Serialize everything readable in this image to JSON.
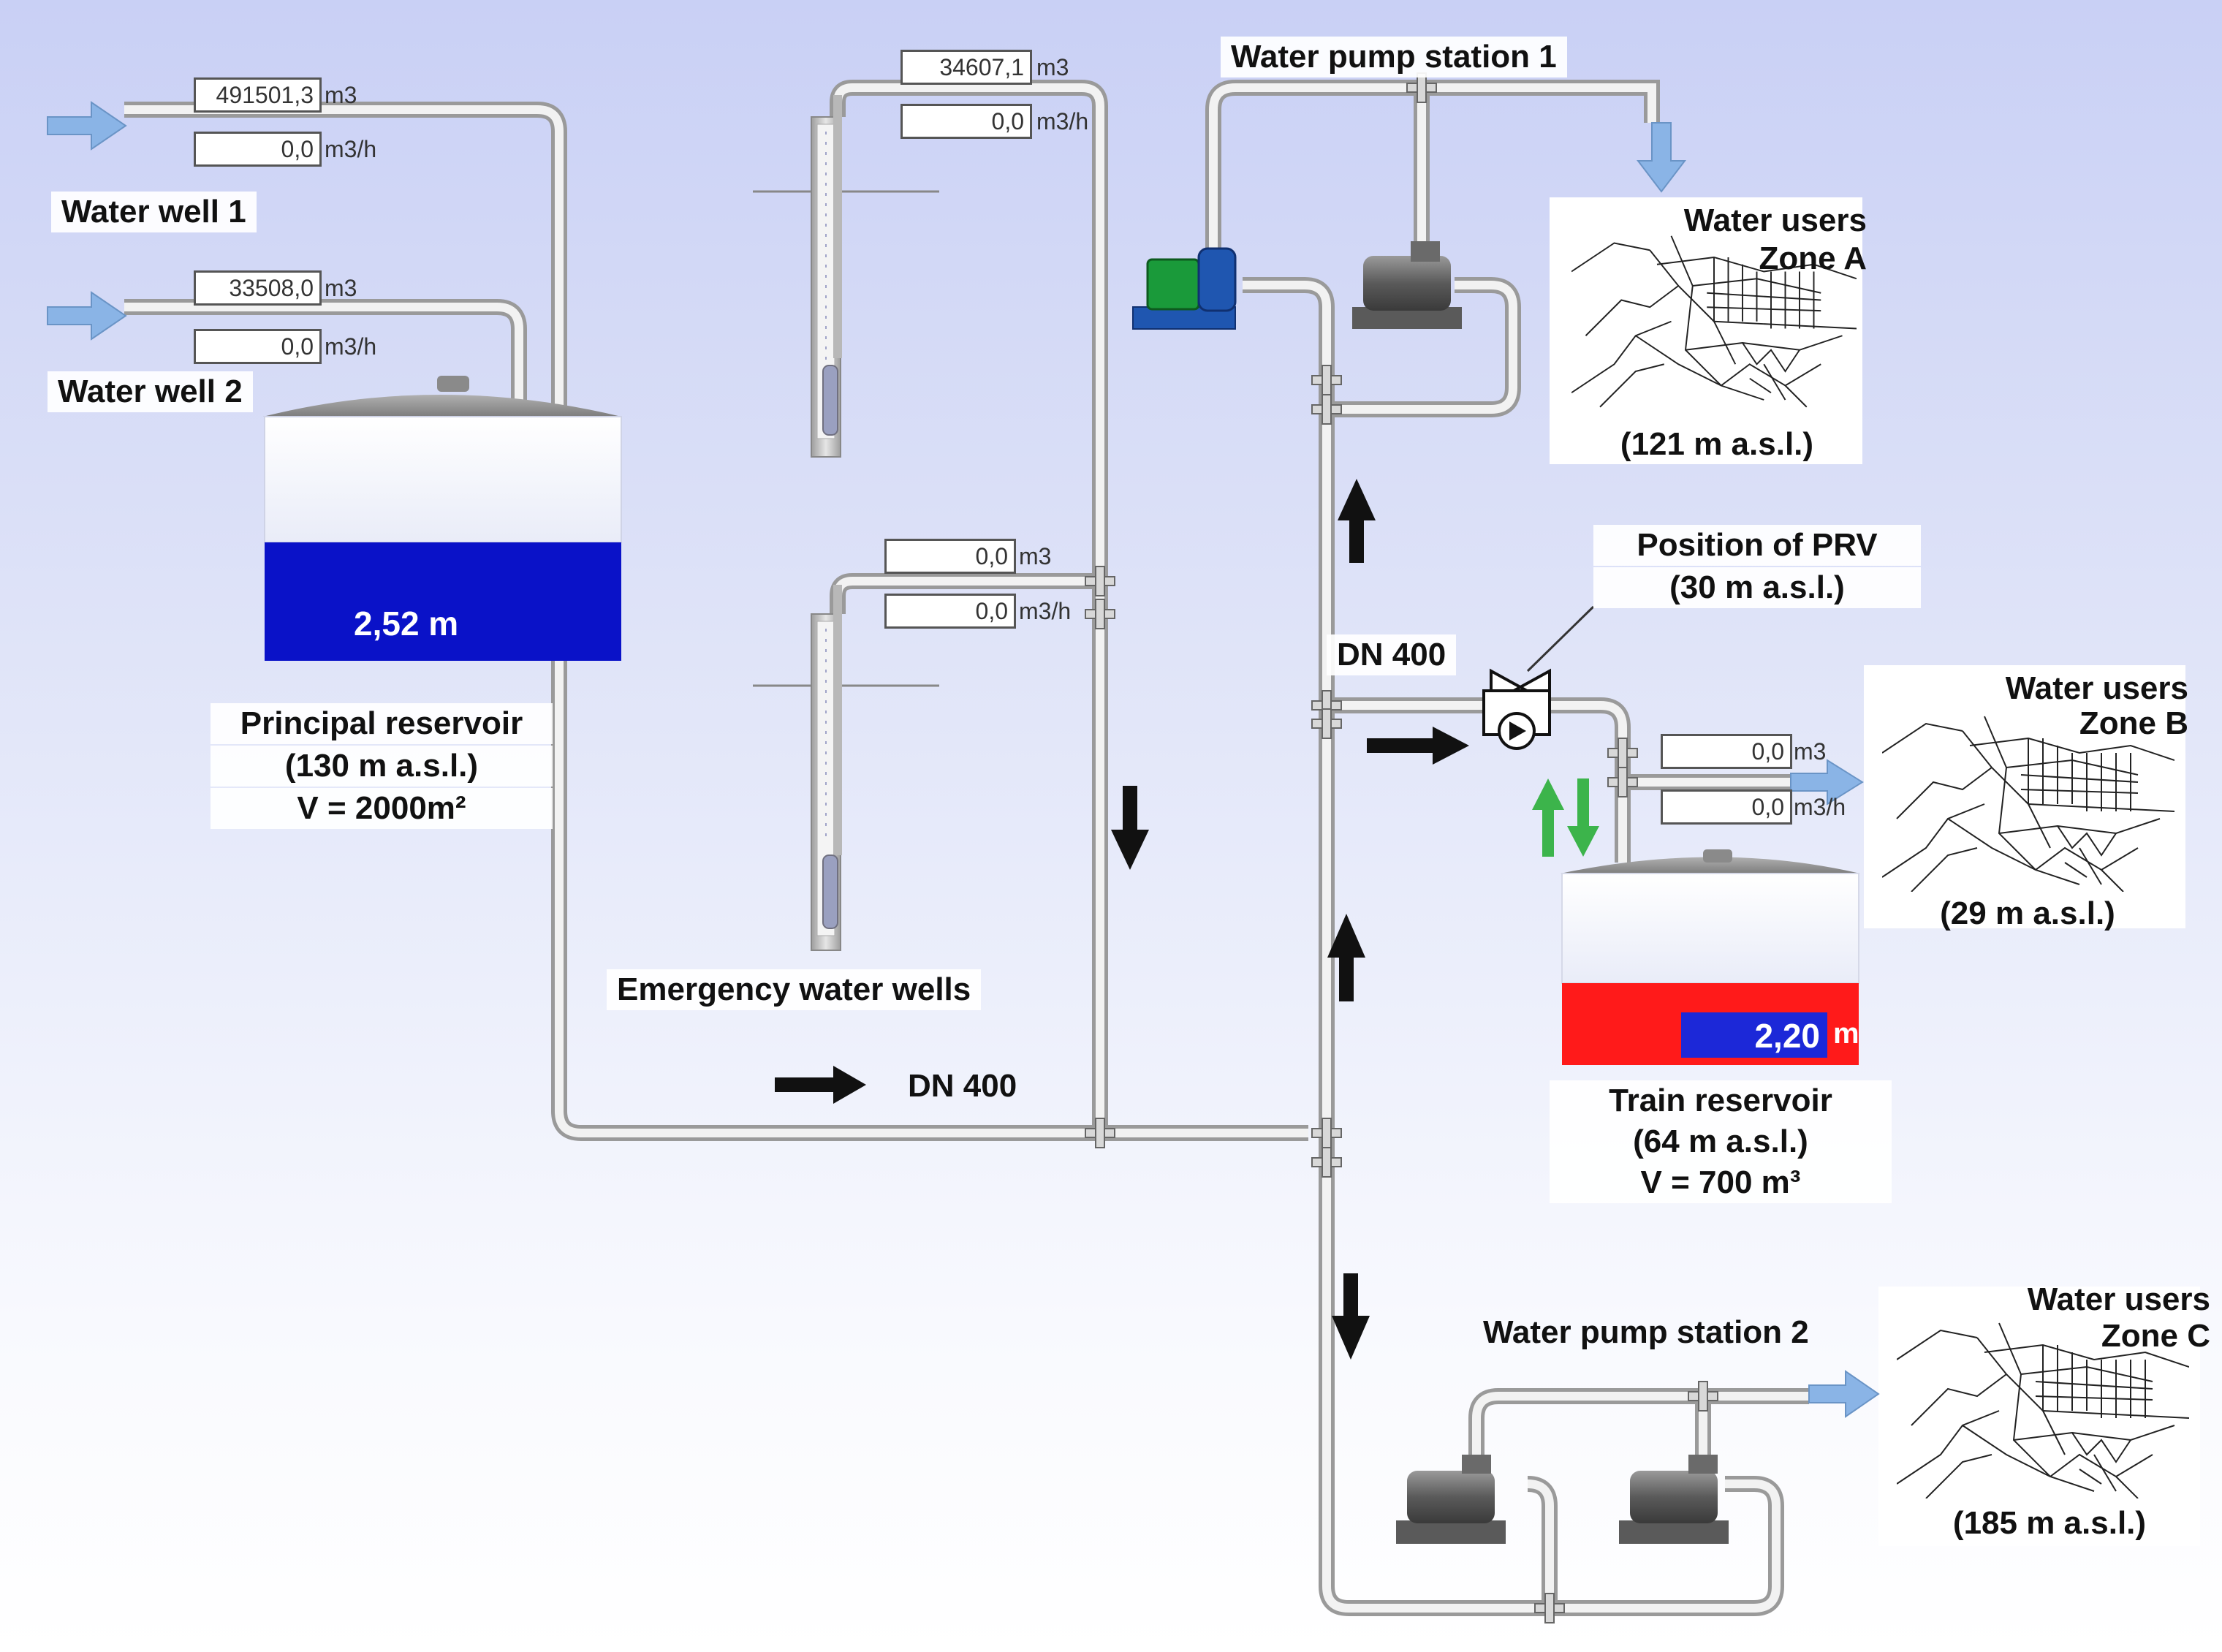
{
  "wells": {
    "w1": {
      "title": "Water well 1",
      "volume": "491501,3",
      "volume_unit": "m3",
      "flow": "0,0",
      "flow_unit": "m3/h"
    },
    "w2": {
      "title": "Water well 2",
      "volume": "33508,0",
      "volume_unit": "m3",
      "flow": "0,0",
      "flow_unit": "m3/h"
    }
  },
  "emergency": {
    "title": "Emergency water wells",
    "e1": {
      "volume": "34607,1",
      "volume_unit": "m3",
      "flow": "0,0",
      "flow_unit": "m3/h"
    },
    "e2": {
      "volume": "0,0",
      "volume_unit": "m3",
      "flow": "0,0",
      "flow_unit": "m3/h"
    }
  },
  "principal": {
    "level": "2,52 m",
    "name": "Principal reservoir",
    "elevation": "(130 m  a.s.l.)",
    "volume": "V = 2000m²",
    "fill": 0.38
  },
  "train": {
    "level": "2,20",
    "level_unit": "m",
    "name": "Train reservoir",
    "elevation": "(64 m a.s.l.)",
    "volume": "V = 700 m³",
    "volume_meter": "0,0",
    "volume_unit": "m3",
    "flow_meter": "0,0",
    "flow_unit": "m3/h"
  },
  "pump1": {
    "title": "Water pump station 1"
  },
  "pump2": {
    "title": "Water pump station 2"
  },
  "prv": {
    "line1": "Position of PRV",
    "line2": "(30 m a.s.l.)"
  },
  "pipes": {
    "dn_upper": "DN 400",
    "dn_lower": "DN 400"
  },
  "zones": {
    "a": {
      "line1": "Water users",
      "line2": "Zone A",
      "elevation": "(121 m a.s.l.)"
    },
    "b": {
      "line1": "Water users",
      "line2": "Zone B",
      "elevation": "(29 m a.s.l.)"
    },
    "c": {
      "line1": "Water users",
      "line2": "Zone C",
      "elevation": "(185 m a.s.l.)"
    }
  },
  "colors": {
    "pipe": "#9a9a9a",
    "pipe_light": "#f2f2f2",
    "water": "#0a12c8",
    "train_level": "#ff1a1a",
    "train_readout": "#1c28d8",
    "inflow_arrow": "#8ab4e6",
    "flow_arrow": "#111111",
    "green_arrow": "#3cb44b",
    "pump_active": "#1a9a3a",
    "pump_motor": "#1f56b0"
  }
}
